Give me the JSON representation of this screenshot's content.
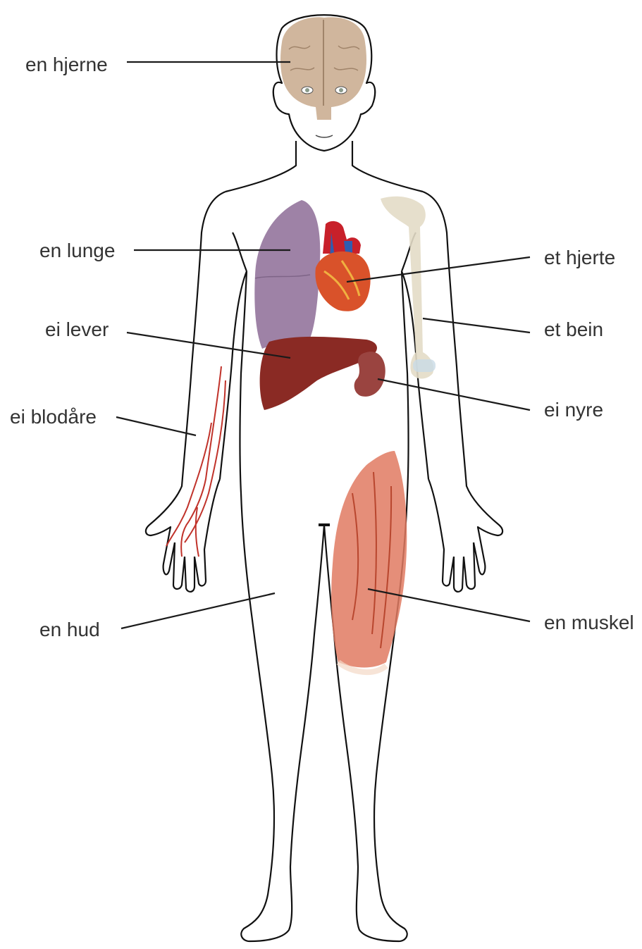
{
  "colors": {
    "outline": "#111111",
    "leader": "#1a1a1a",
    "brain": "#c8a98c",
    "lung": "#9e82a6",
    "heart": "#d9522a",
    "heart_vessel_red": "#c8202a",
    "heart_vessel_blue": "#2f5db0",
    "liver": "#8a2a24",
    "kidney": "#9a4440",
    "bone": "#e3dcc6",
    "artery": "#c0322a",
    "muscle": "#e07a62"
  },
  "labels": {
    "brain": "en hjerne",
    "lung": "en lunge",
    "liver": "ei lever",
    "blood_vessel": "ei blodåre",
    "skin": "en hud",
    "heart": "et hjerte",
    "bone": "et bein",
    "kidney": "ei nyre",
    "muscle": "en muskel"
  }
}
